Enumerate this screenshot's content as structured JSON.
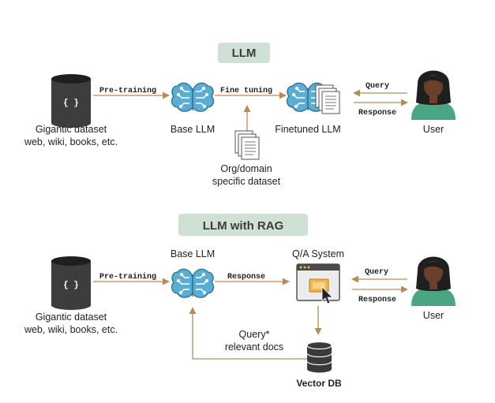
{
  "colors": {
    "title_bg": "#cfe0d4",
    "arrow": "#b78a5a",
    "brain_fill": "#5aaed3",
    "brain_stroke": "#2f6e8e",
    "db_fill": "#3d3d3d",
    "vector_db_fill": "#3a3a3a",
    "user_skin": "#6b3f2a",
    "user_shirt": "#49a583",
    "user_hair": "#1f1f1f",
    "qa_window": "#ececec",
    "qa_accent": "#f0b84a"
  },
  "icons": [
    "database-icon",
    "brain-icon",
    "document-stack-icon",
    "user-icon",
    "qa-window-icon",
    "cursor-icon",
    "vector-db-icon"
  ],
  "llm_section": {
    "title": "LLM",
    "dataset_code": "{ }",
    "dataset_label_1": "Gigantic dataset",
    "dataset_label_2": "web, wiki, books, etc.",
    "pretraining_label": "Pre-training",
    "base_llm_label": "Base LLM",
    "finetuning_label": "Fine tuning",
    "finetuned_llm_label": "Finetuned LLM",
    "org_label_1": "Org/domain",
    "org_label_2": "specific dataset",
    "query_label": "Query",
    "response_label": "Response",
    "user_label": "User"
  },
  "rag_section": {
    "title": "LLM with RAG",
    "dataset_code": "{ }",
    "dataset_label_1": "Gigantic dataset",
    "dataset_label_2": "web, wiki, books, etc.",
    "pretraining_label": "Pre-training",
    "base_llm_label": "Base LLM",
    "response_mid_label": "Response",
    "qa_label": "Q/A System",
    "query_label": "Query",
    "response_label": "Response",
    "user_label": "User",
    "context_label_1": "Query*",
    "context_label_2": "relevant docs",
    "vector_db_label": "Vector DB"
  }
}
